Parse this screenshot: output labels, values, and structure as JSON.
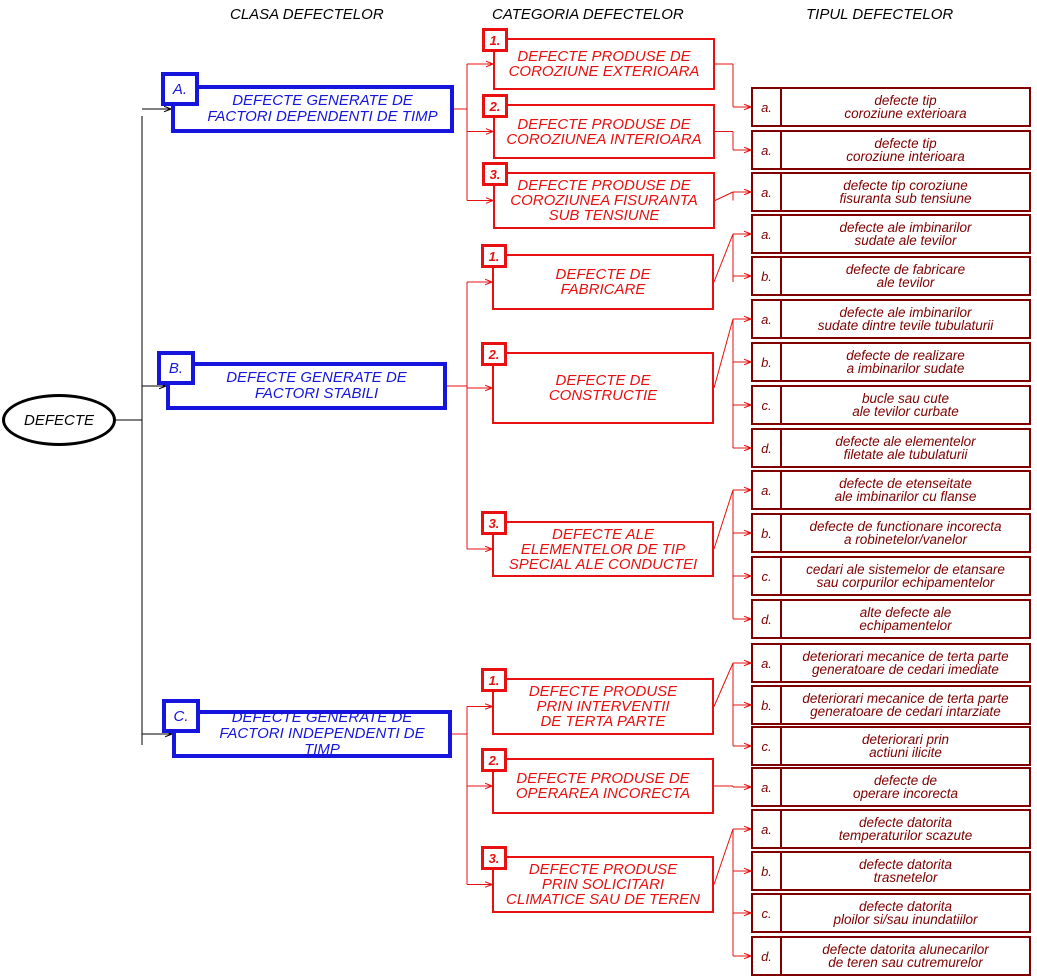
{
  "headers": {
    "clasa": "CLASA DEFECTELOR",
    "categoria": "CATEGORIA DEFECTELOR",
    "tipul": "TIPUL DEFECTELOR"
  },
  "root": "DEFECTE",
  "colors": {
    "clasa": "#1515dd",
    "categoria": "#e81010",
    "tipul": "#800000",
    "root": "#000000"
  },
  "classes": [
    {
      "label": "A.",
      "text": "DEFECTE  GENERATE DE FACTORI DEPENDENTI DE TIMP",
      "categories": [
        {
          "label": "1.",
          "text": "DEFECTE PRODUSE DE\nCOROZIUNE EXTERIOARA",
          "types": [
            {
              "label": "a.",
              "text": "defecte tip\ncoroziune exterioara"
            }
          ]
        },
        {
          "label": "2.",
          "text": "DEFECTE PRODUSE DE\nCOROZIUNEA INTERIOARA",
          "types": [
            {
              "label": "a.",
              "text": "defecte tip\ncoroziune interioara"
            }
          ]
        },
        {
          "label": "3.",
          "text": "DEFECTE PRODUSE DE\nCOROZIUNEA FISURANTA\nSUB TENSIUNE",
          "types": [
            {
              "label": "a.",
              "text": "defecte tip coroziune\nfisuranta sub tensiune"
            }
          ]
        }
      ]
    },
    {
      "label": "B.",
      "text": "DEFECTE GENERATE DE FACTORI STABILI",
      "categories": [
        {
          "label": "1.",
          "text": "DEFECTE DE\nFABRICARE",
          "types": [
            {
              "label": "a.",
              "text": "defecte ale imbinarilor\nsudate ale  tevilor"
            },
            {
              "label": "b.",
              "text": "defecte de fabricare\nale tevilor"
            }
          ]
        },
        {
          "label": "2.",
          "text": "DEFECTE DE\nCONSTRUCTIE",
          "types": [
            {
              "label": "a.",
              "text": "defecte ale imbinarilor\nsudate dintre tevile tubulaturii"
            },
            {
              "label": "b.",
              "text": "defecte de realizare\na imbinarilor sudate"
            },
            {
              "label": "c.",
              "text": "bucle sau cute\nale tevilor curbate"
            },
            {
              "label": "d.",
              "text": "defecte ale elementelor\nfiletate ale tubulaturii"
            }
          ]
        },
        {
          "label": "3.",
          "text": "DEFECTE ALE\nELEMENTELOR  DE TIP\nSPECIAL ALE CONDUCTEI",
          "types": [
            {
              "label": "a.",
              "text": "defecte de etenseitate\nale imbinarilor cu flanse"
            },
            {
              "label": "b.",
              "text": "defecte de functionare incorecta\na robinetelor/vanelor"
            },
            {
              "label": "c.",
              "text": "cedari ale sistemelor de etansare\nsau corpurilor echipamentelor"
            },
            {
              "label": "d.",
              "text": "alte defecte ale\nechipamentelor"
            }
          ]
        }
      ]
    },
    {
      "label": "C.",
      "text": "DEFECTE GENERATE DE FACTORI INDEPENDENTI DE TIMP",
      "categories": [
        {
          "label": "1.",
          "text": "DEFECTE PRODUSE\nPRIN INTERVENTII\nDE TERTA PARTE",
          "types": [
            {
              "label": "a.",
              "text": "deteriorari mecanice de terta parte\ngeneratoare de cedari imediate"
            },
            {
              "label": "b.",
              "text": "deteriorari mecanice de terta parte\ngeneratoare de cedari intarziate"
            },
            {
              "label": "c.",
              "text": "deteriorari prin\nactiuni ilicite"
            }
          ]
        },
        {
          "label": "2.",
          "text": "DEFECTE PRODUSE DE\nOPERAREA INCORECTA",
          "types": [
            {
              "label": "a.",
              "text": "defecte de\noperare incorecta"
            }
          ]
        },
        {
          "label": "3.",
          "text": "DEFECTE PRODUSE\nPRIN SOLICITARI\nCLIMATICE SAU DE TEREN",
          "types": [
            {
              "label": "a.",
              "text": "defecte datorita\ntemperaturilor scazute"
            },
            {
              "label": "b.",
              "text": "defecte datorita\ntrasnetelor"
            },
            {
              "label": "c.",
              "text": "defecte datorita\nploilor si/sau inundatiilor"
            },
            {
              "label": "d.",
              "text": "defecte datorita alunecarilor\nde teren sau cutremurelor"
            }
          ]
        }
      ]
    }
  ]
}
